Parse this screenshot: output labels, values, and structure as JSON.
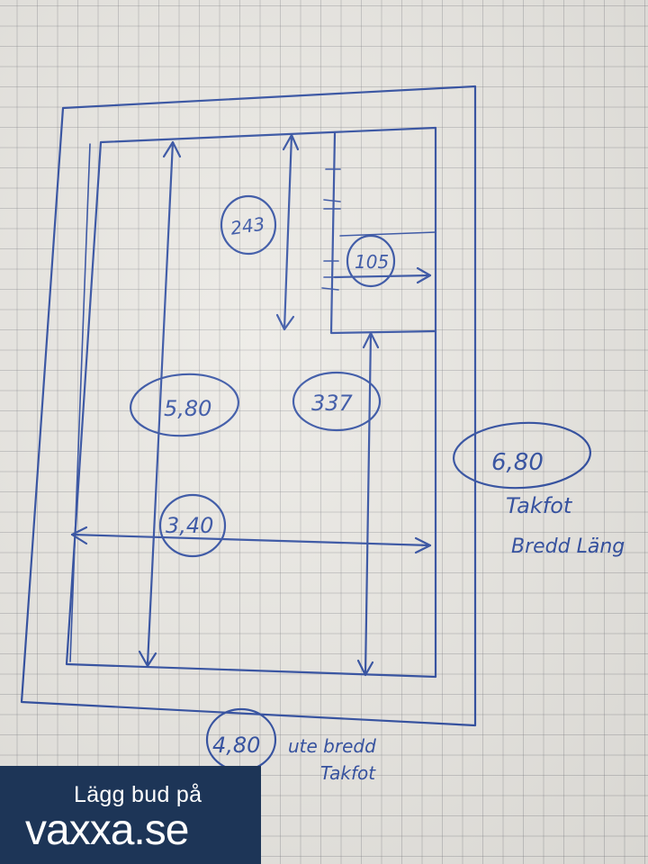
{
  "sketch": {
    "inner_length": "5,80",
    "inner_width": "3,40",
    "outer_length": "6,80",
    "outer_width": "4,80",
    "segment_top": "243",
    "segment_bottom": "337",
    "segment_side": "105",
    "note_right_line1": "Takfot",
    "note_right_line2": "Bredd Läng",
    "note_bottom_line1": "ute bredd",
    "note_bottom_line2": "Takfot"
  },
  "badge": {
    "line1": "Lägg bud på",
    "line2": "vaxxa.se"
  },
  "colors": {
    "ink": "#2b4aa0",
    "badge_bg": "#1d3557"
  }
}
